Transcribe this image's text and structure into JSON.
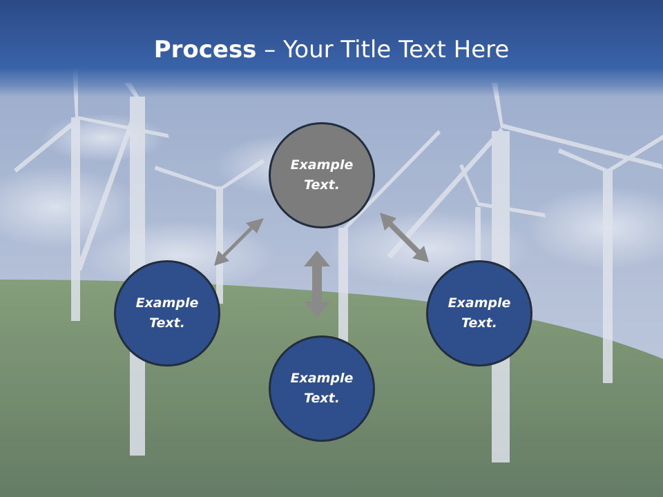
{
  "title": {
    "bold": "Process",
    "rest": " – Your Title Text Here"
  },
  "nodes": {
    "top": "Example Text.",
    "left": "Example Text.",
    "right": "Example Text.",
    "bottom": "Example Text."
  },
  "colors": {
    "title_bar": "#2b4a86",
    "node_gray": "#7c7c7c",
    "node_blue": "#2f4f8c",
    "arrow": "#8a8a8a"
  }
}
